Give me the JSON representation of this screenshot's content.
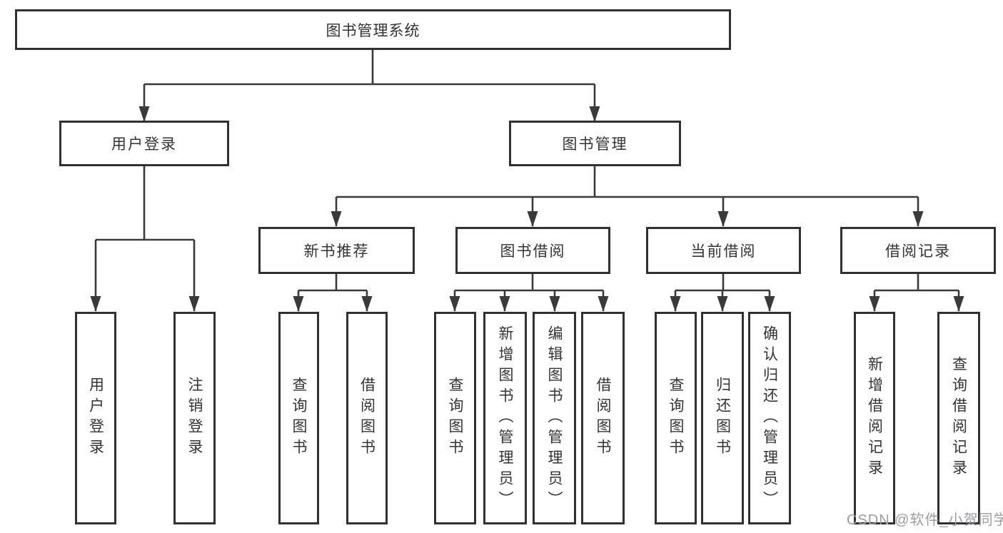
{
  "diagram": {
    "title": "图书管理系统",
    "tree": {
      "root": {
        "label": "图书管理系统",
        "children": [
          {
            "label": "用户登录",
            "children": [
              {
                "label": "用户登录"
              },
              {
                "label": "注销登录"
              }
            ]
          },
          {
            "label": "图书管理",
            "children": [
              {
                "label": "新书推荐",
                "children": [
                  {
                    "label": "查询图书"
                  },
                  {
                    "label": "借阅图书"
                  }
                ]
              },
              {
                "label": "图书借阅",
                "children": [
                  {
                    "label": "查询图书"
                  },
                  {
                    "label": "新增图书（管理员）"
                  },
                  {
                    "label": "编辑图书（管理员）"
                  },
                  {
                    "label": "借阅图书"
                  }
                ]
              },
              {
                "label": "当前借阅",
                "children": [
                  {
                    "label": "查询图书"
                  },
                  {
                    "label": "归还图书"
                  },
                  {
                    "label": "确认归还（管理员）"
                  }
                ]
              },
              {
                "label": "借阅记录",
                "children": [
                  {
                    "label": "新增借阅记录"
                  },
                  {
                    "label": "查询借阅记录"
                  }
                ]
              }
            ]
          }
        ]
      }
    },
    "colors": {
      "line": "#3a3a3c",
      "border": "#313133",
      "text": "#333336",
      "background": "#ffffff"
    }
  },
  "watermark": {
    "text": "CSDN @软件_小贺同学",
    "color": "#9d9da1"
  }
}
